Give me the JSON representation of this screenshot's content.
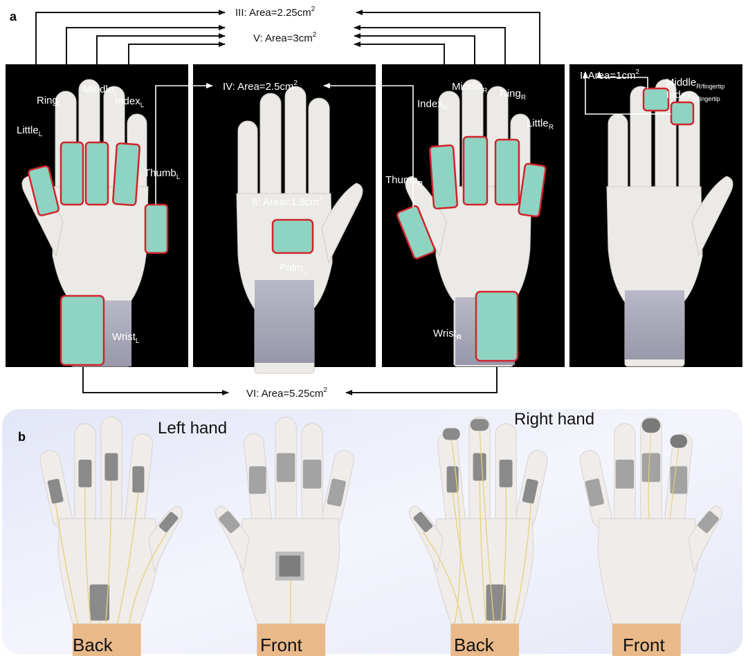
{
  "panel_a": {
    "letter": "a",
    "areas": {
      "I": "I: Area=1cm",
      "II": "II: Area=1.8cm",
      "III": "III: Area=2.25cm",
      "IV": "IV: Area=2.5cm",
      "V": "V: Area=3cm",
      "VI": "VI: Area=5.25cm",
      "sup": "2"
    },
    "left_back_labels": {
      "little": "Little",
      "ring": "Ring",
      "middle": "Middle",
      "index": "Index",
      "thumb": "Thumb",
      "wrist": "Wrist",
      "sub": "L"
    },
    "left_front_labels": {
      "palm": "Palm",
      "sub": "L"
    },
    "right_back_labels": {
      "index": "Index",
      "middle": "Middle",
      "ring": "Ring",
      "little": "Little",
      "thumb": "Thumb",
      "wrist": "Wrist",
      "sub": "R"
    },
    "right_front_labels": {
      "middle": "Middle",
      "index": "Index",
      "sub": "R/fingertip"
    }
  },
  "panel_b": {
    "letter": "b",
    "left_title": "Left hand",
    "right_title": "Right hand",
    "views": [
      "Back",
      "Front",
      "Back",
      "Front"
    ]
  },
  "colors": {
    "photo_bg": "#000000",
    "sensor_fill": "#8fd3c2",
    "sensor_border": "#d0242b",
    "glove": "#ece9e6",
    "render_sensor": "#8a8a8a",
    "wire": "#e6d27a",
    "skin": "#e9b98a",
    "panel_b_bg": "#eef0fb"
  }
}
